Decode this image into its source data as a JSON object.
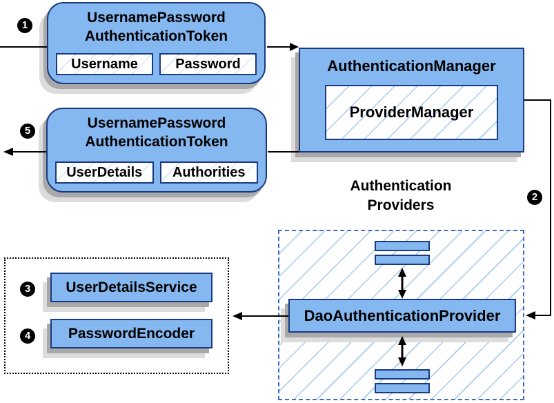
{
  "colors": {
    "node-fill": "#85b7f0",
    "node-border": "#1a3a80",
    "hatch-line": "#a7c9ef",
    "hatch-line-faint": "#d7e6fa",
    "dashed-border": "#3a6bc0",
    "shadow-dark": "#a9a9a9",
    "shadow-light": "#dcdcdc",
    "line": "#000000",
    "badge-bg": "#000000",
    "badge-text": "#ffffff"
  },
  "badges": {
    "step1": "1",
    "step2": "2",
    "step3": "3",
    "step4": "4",
    "step5": "5"
  },
  "nodes": {
    "request_token": {
      "title_line1": "UsernamePassword",
      "title_line2": "AuthenticationToken",
      "fields": [
        {
          "label": "Username"
        },
        {
          "label": "Password"
        }
      ]
    },
    "authentication_manager": {
      "title": "AuthenticationManager",
      "inner_label": "ProviderManager"
    },
    "response_token": {
      "title_line1": "UsernamePassword",
      "title_line2": "AuthenticationToken",
      "fields": [
        {
          "label": "UserDetails"
        },
        {
          "label": "Authorities"
        }
      ]
    },
    "providers_group": {
      "heading_line1": "Authentication",
      "heading_line2": "Providers",
      "provider_label": "DaoAuthenticationProvider"
    },
    "dependencies": {
      "items": [
        {
          "label": "UserDetailsService"
        },
        {
          "label": "PasswordEncoder"
        }
      ]
    }
  }
}
